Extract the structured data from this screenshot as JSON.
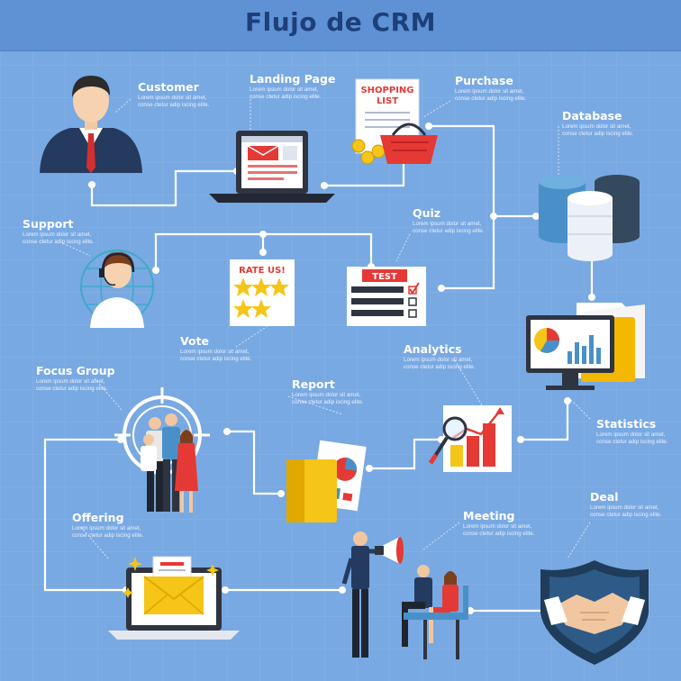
{
  "title": "Flujo de CRM",
  "nodes": {
    "customer": {
      "label": "Customer",
      "desc": [
        "Lorem ipsum dolor sit amet,",
        "conse ctetur adip iscing elite."
      ]
    },
    "landing": {
      "label": "Landing Page",
      "desc": [
        "Lorem ipsum dolor sit amet,",
        "conse ctetur adip iscing elite."
      ]
    },
    "purchase": {
      "label": "Purchase",
      "desc": [
        "Lorem ipsum dolor sit amet,",
        "conse ctetur adip iscing elite."
      ]
    },
    "database": {
      "label": "Database",
      "desc": [
        "Lorem ipsum dolor sit amet,",
        "conse ctetur adip iscing elite."
      ]
    },
    "support": {
      "label": "Support",
      "desc": [
        "Lorem ipsum dolor sit amet,",
        "conse ctetur adip iscing elite."
      ]
    },
    "quiz": {
      "label": "Quiz",
      "desc": [
        "Lorem ipsum dolor sit amet,",
        "conse ctetur adip iscing elite."
      ]
    },
    "vote": {
      "label": "Vote",
      "desc": [
        "Lorem ipsum dolor sit amet,",
        "conse ctetur adip iscing elite."
      ]
    },
    "focus_group": {
      "label": "Focus Group",
      "desc": [
        "Lorem ipsum dolor sit amet,",
        "conse ctetur adip iscing elite."
      ]
    },
    "report": {
      "label": "Report",
      "desc": [
        "Lorem ipsum dolor sit amet,",
        "conse ctetur adip iscing elite."
      ]
    },
    "analytics": {
      "label": "Analytics",
      "desc": [
        "Lorem ipsum dolor sit amet,",
        "conse ctetur adip iscing elite."
      ]
    },
    "statistics": {
      "label": "Statistics",
      "desc": [
        "Lorem ipsum dolor sit amet,",
        "conse ctetur adip iscing elite."
      ]
    },
    "offering": {
      "label": "Offering",
      "desc": [
        "Lorem ipsum dolor sit amet,",
        "conse ctetur adip iscing elite."
      ]
    },
    "meeting": {
      "label": "Meeting",
      "desc": [
        "Lorem ipsum dolor sit amet,",
        "conse ctetur adip iscing elite."
      ]
    },
    "deal": {
      "label": "Deal",
      "desc": [
        "Lorem ipsum dolor sit amet,",
        "conse ctetur adip iscing elite."
      ]
    }
  },
  "illustrations": {
    "shopping_list": [
      "SHOPPING",
      "LIST"
    ],
    "rate_card": "RATE US!",
    "test_card": "TEST"
  },
  "colors": {
    "background": "#79a9e2",
    "header": "#5e92d4",
    "title": "#1d3f7a",
    "connector": "#ffffff",
    "accent_red": "#e53935",
    "accent_yellow": "#f5c518"
  }
}
